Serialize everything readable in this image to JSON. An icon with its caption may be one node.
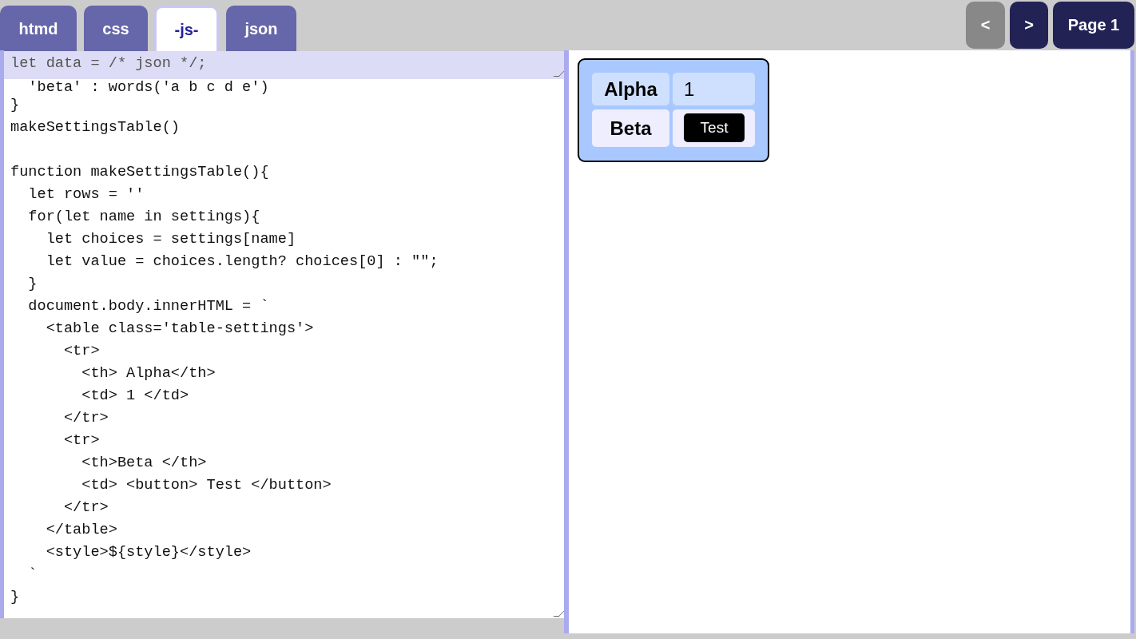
{
  "diagram": {
    "labels": [
      "htmd",
      "css",
      "-js-",
      "json",
      "<",
      ">",
      "Page 1",
      "let data = /* json */;",
      "  'beta' : words('a b c d e')",
      "}",
      "makeSettingsTable()",
      "function makeSettingsTable(){",
      "  let rows = ''",
      "  for(let name in settings){",
      "    let choices = settings[name]",
      "    let value = choices.length? choices[0] : \"\";",
      "  }",
      "  document.body.innerHTML = `",
      "    <table class='table-settings'>",
      "      <tr>",
      "        <th> Alpha</th>",
      "        <td> 1 </td>",
      "      </tr>",
      "      <tr>",
      "        <th>Beta </th>",
      "        <td> <button> Test </button>",
      "      </tr>",
      "    </table>",
      "    <style>${style}</style>",
      "  `",
      "}",
      "Alpha",
      "1",
      "Beta",
      "Test"
    ]
  }
}
